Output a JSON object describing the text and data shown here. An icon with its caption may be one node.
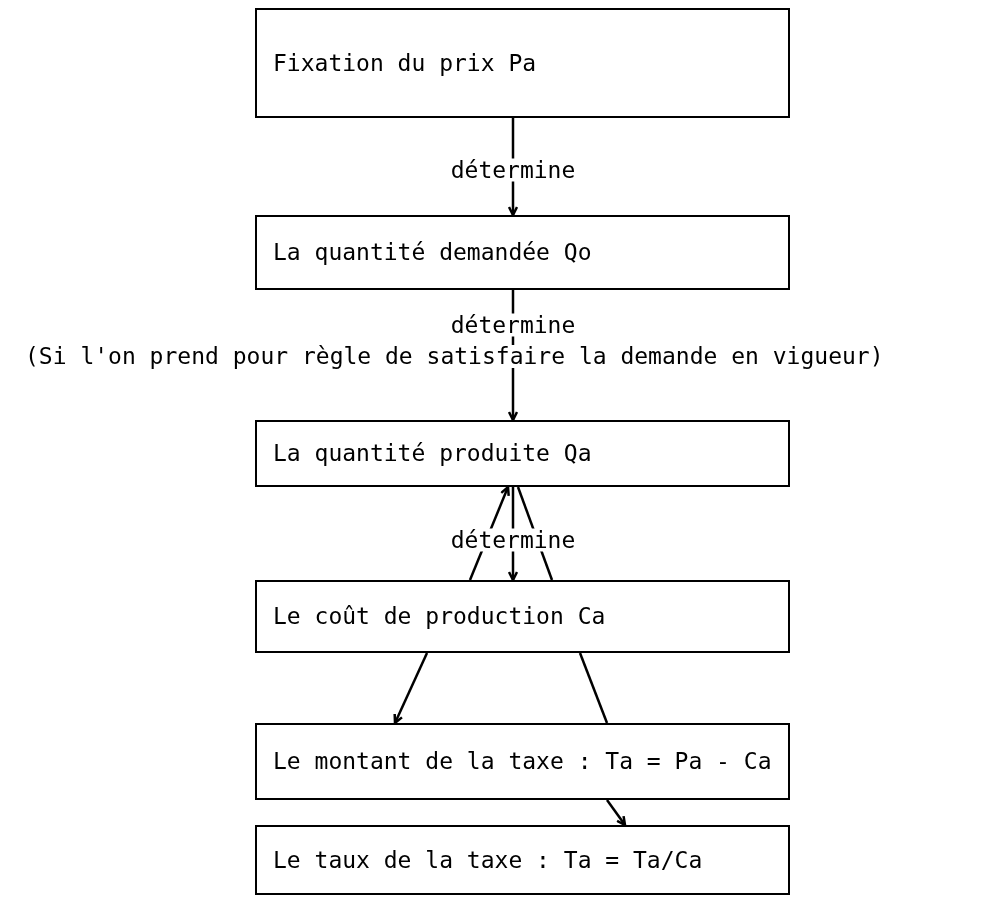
{
  "diagram": {
    "nodes": [
      {
        "text": [
          "Fixation du prix Pa"
        ]
      },
      {
        "text": [
          "La quantité demandée Qo"
        ]
      },
      {
        "text": [
          "La quantité produite Qa"
        ]
      },
      {
        "text": [
          "Le coût de production Ca"
        ]
      },
      {
        "text": [
          "Le montant de la taxe : Ta = Pa - Ca"
        ]
      },
      {
        "text": [
          "Le taux de la taxe : Ta = Ta/Ca"
        ]
      }
    ],
    "edges": [
      {
        "from": 0,
        "to": 1,
        "arrow": "to",
        "label": "détermine"
      },
      {
        "from": 1,
        "to": 2,
        "arrow": "to",
        "label": "détermine"
      },
      {
        "from": 2,
        "to": 3,
        "arrow": "to",
        "label": "détermine"
      },
      {
        "from": 3,
        "to": 2,
        "arrow": "to"
      },
      {
        "from": 3,
        "to": 2,
        "arrow": "none"
      },
      {
        "from": 3,
        "to": 4,
        "arrow": "to"
      },
      {
        "from": 3,
        "to": 4,
        "arrow": "none"
      },
      {
        "from": 4,
        "to": 5,
        "arrow": "to"
      }
    ],
    "labels": [
      "(Si l'on prend pour règle de satisfaire la demande en vigueur)"
    ]
  }
}
